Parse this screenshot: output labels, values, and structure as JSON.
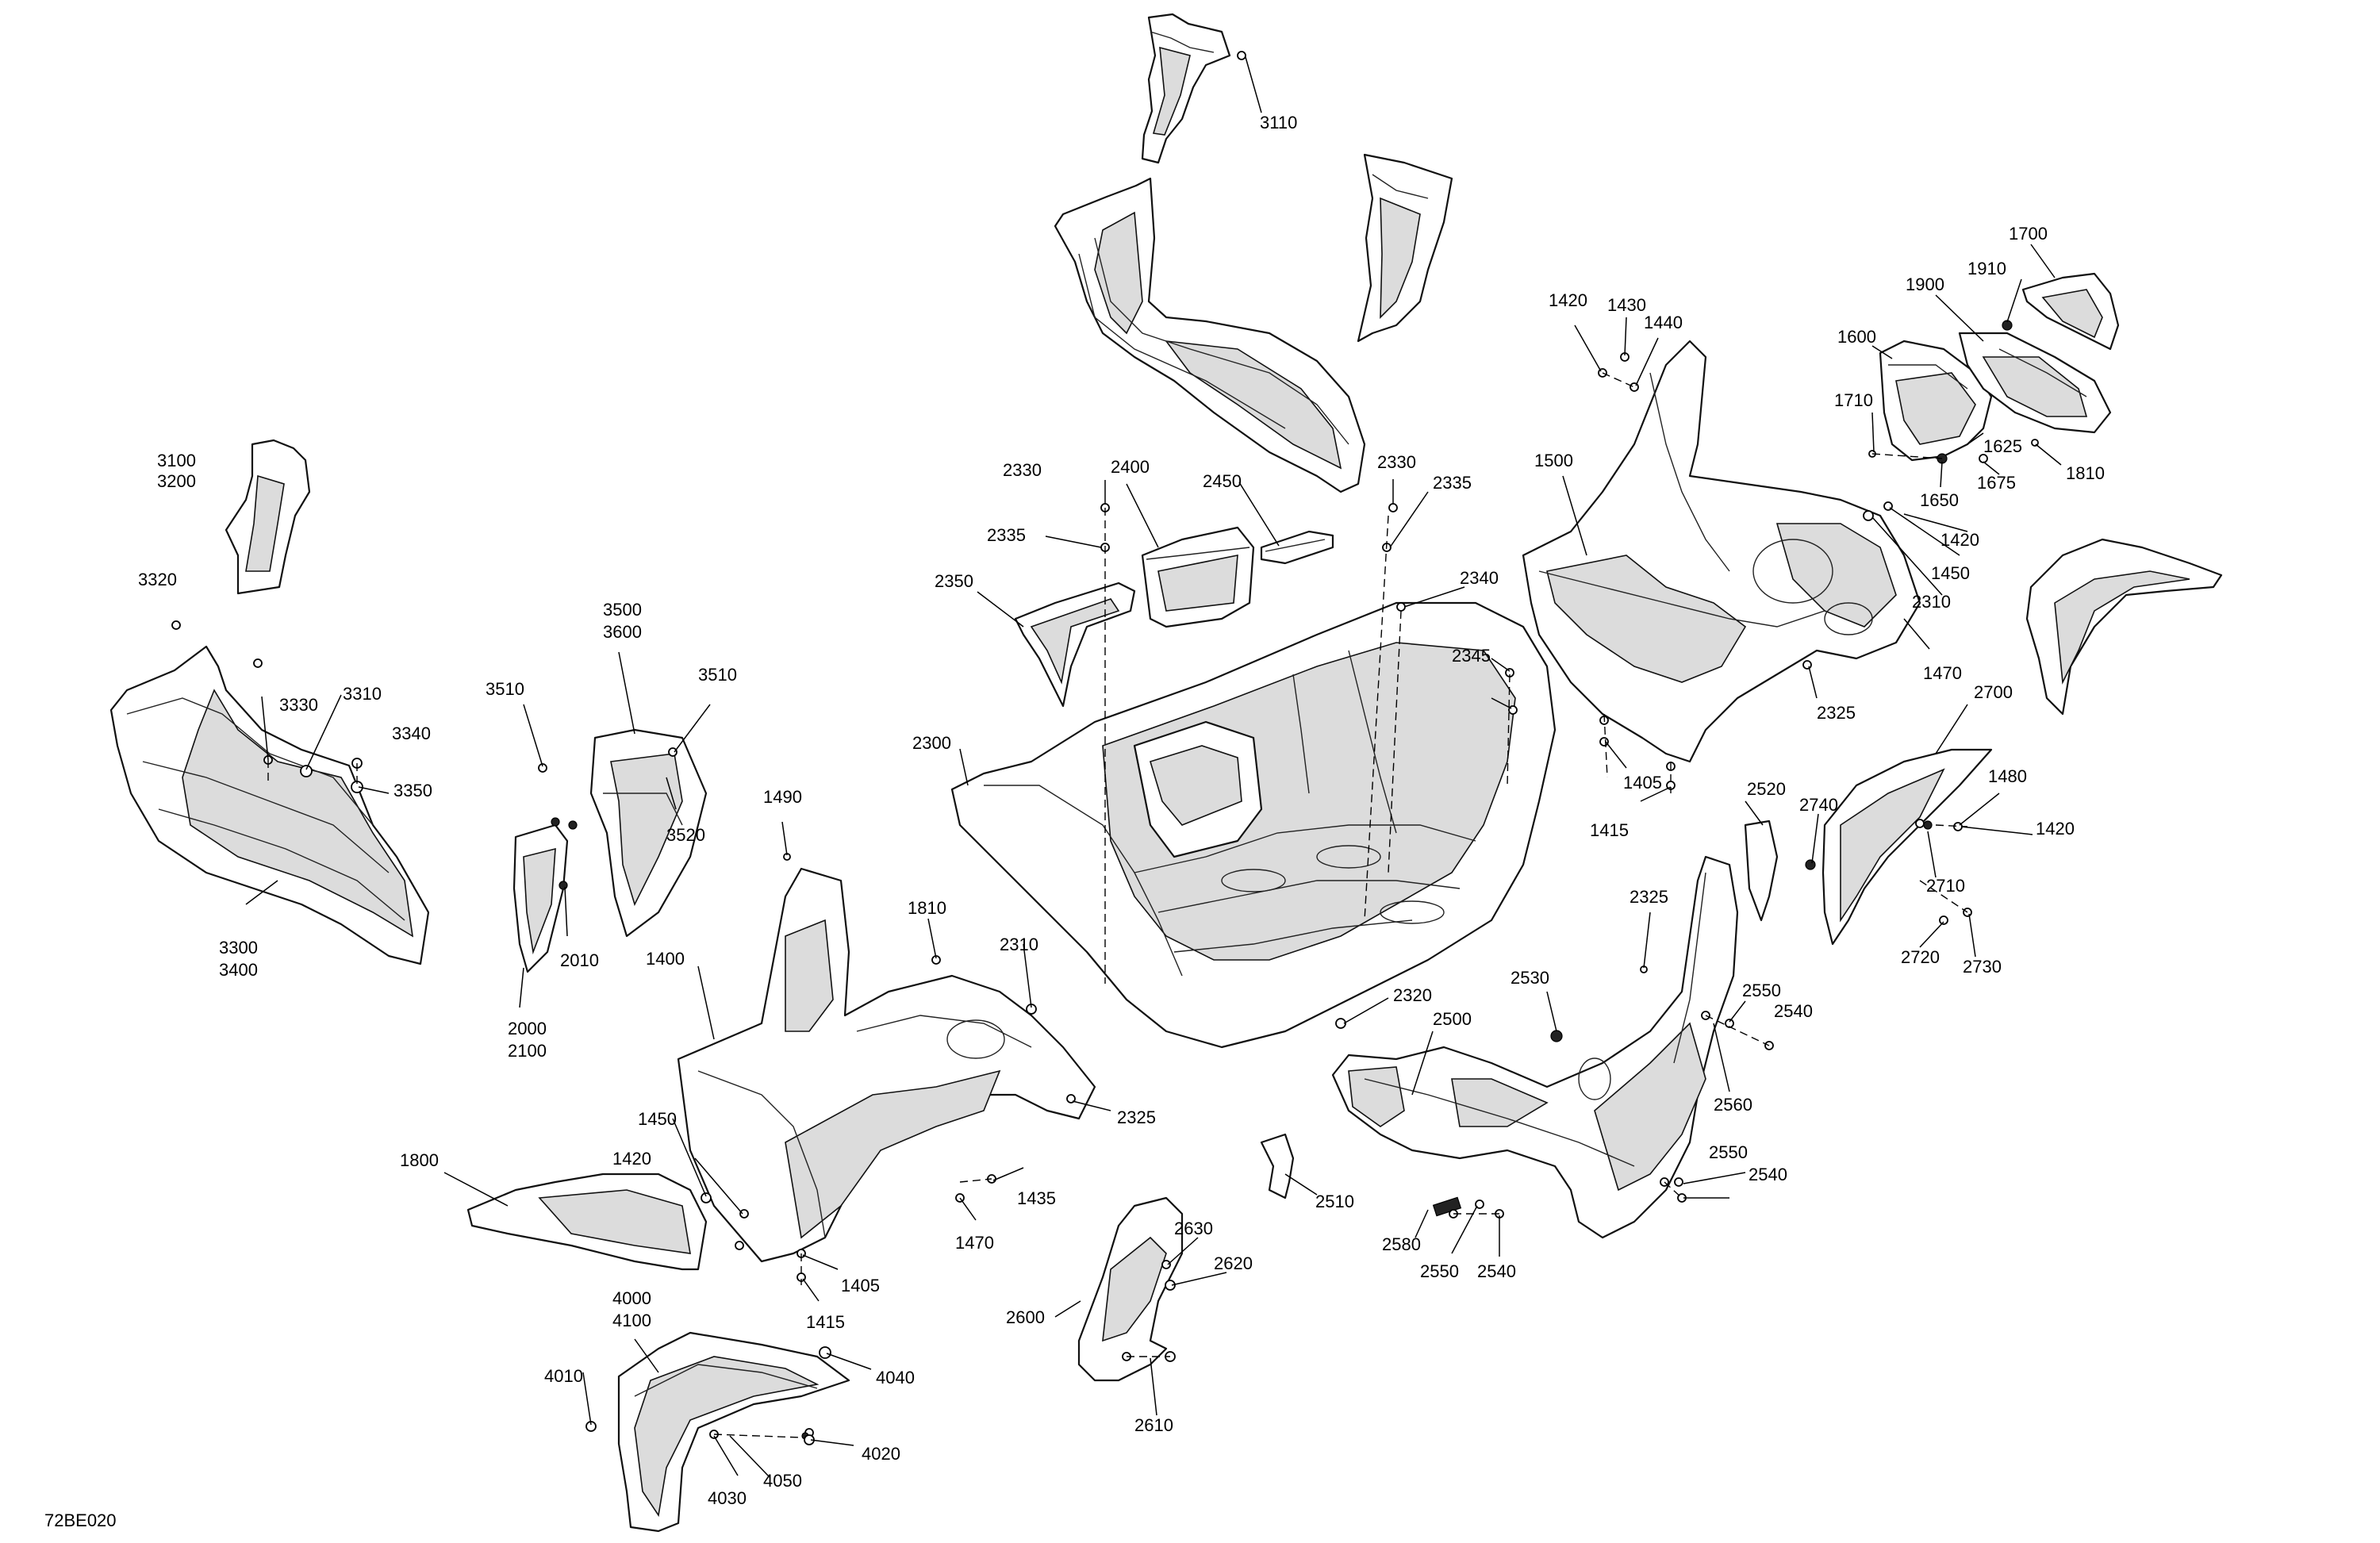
{
  "diagram": {
    "figure_code": "72BE020",
    "callouts": [
      {
        "id": "3110",
        "text": "3110"
      },
      {
        "id": "3100",
        "text": "3100"
      },
      {
        "id": "3200",
        "text": "3200"
      },
      {
        "id": "3320",
        "text": "3320"
      },
      {
        "id": "3330",
        "text": "3330"
      },
      {
        "id": "3310",
        "text": "3310"
      },
      {
        "id": "3340",
        "text": "3340"
      },
      {
        "id": "3350",
        "text": "3350"
      },
      {
        "id": "3300",
        "text": "3300"
      },
      {
        "id": "3400",
        "text": "3400"
      },
      {
        "id": "3500",
        "text": "3500"
      },
      {
        "id": "3600",
        "text": "3600"
      },
      {
        "id": "3510a",
        "text": "3510"
      },
      {
        "id": "3510b",
        "text": "3510"
      },
      {
        "id": "3520",
        "text": "3520"
      },
      {
        "id": "2010",
        "text": "2010"
      },
      {
        "id": "2000",
        "text": "2000"
      },
      {
        "id": "2100",
        "text": "2100"
      },
      {
        "id": "1490",
        "text": "1490"
      },
      {
        "id": "1400",
        "text": "1400"
      },
      {
        "id": "1810",
        "text": "1810"
      },
      {
        "id": "2310a",
        "text": "2310"
      },
      {
        "id": "2325a",
        "text": "2325"
      },
      {
        "id": "1450a",
        "text": "1450"
      },
      {
        "id": "1420a",
        "text": "1420"
      },
      {
        "id": "1800",
        "text": "1800"
      },
      {
        "id": "1405a",
        "text": "1405"
      },
      {
        "id": "1415a",
        "text": "1415"
      },
      {
        "id": "1470a",
        "text": "1470"
      },
      {
        "id": "1435",
        "text": "1435"
      },
      {
        "id": "4000",
        "text": "4000"
      },
      {
        "id": "4100",
        "text": "4100"
      },
      {
        "id": "4010",
        "text": "4010"
      },
      {
        "id": "4040",
        "text": "4040"
      },
      {
        "id": "4020",
        "text": "4020"
      },
      {
        "id": "4030",
        "text": "4030"
      },
      {
        "id": "4050",
        "text": "4050"
      },
      {
        "id": "2330a",
        "text": "2330"
      },
      {
        "id": "2400",
        "text": "2400"
      },
      {
        "id": "2450",
        "text": "2450"
      },
      {
        "id": "2335a",
        "text": "2335"
      },
      {
        "id": "2350",
        "text": "2350"
      },
      {
        "id": "2300",
        "text": "2300"
      },
      {
        "id": "2330b",
        "text": "2330"
      },
      {
        "id": "2335b",
        "text": "2335"
      },
      {
        "id": "2340",
        "text": "2340"
      },
      {
        "id": "2345",
        "text": "2345"
      },
      {
        "id": "2320",
        "text": "2320"
      },
      {
        "id": "2600",
        "text": "2600"
      },
      {
        "id": "2630",
        "text": "2630"
      },
      {
        "id": "2620",
        "text": "2620"
      },
      {
        "id": "2610",
        "text": "2610"
      },
      {
        "id": "2510",
        "text": "2510"
      },
      {
        "id": "2500",
        "text": "2500"
      },
      {
        "id": "2530",
        "text": "2530"
      },
      {
        "id": "2580",
        "text": "2580"
      },
      {
        "id": "2550a",
        "text": "2550"
      },
      {
        "id": "2540a",
        "text": "2540"
      },
      {
        "id": "2550b",
        "text": "2550"
      },
      {
        "id": "2540b",
        "text": "2540"
      },
      {
        "id": "2560",
        "text": "2560"
      },
      {
        "id": "2550c",
        "text": "2550"
      },
      {
        "id": "2540c",
        "text": "2540"
      },
      {
        "id": "2325b",
        "text": "2325"
      },
      {
        "id": "2520",
        "text": "2520"
      },
      {
        "id": "2740",
        "text": "2740"
      },
      {
        "id": "2700",
        "text": "2700"
      },
      {
        "id": "1480",
        "text": "1480"
      },
      {
        "id": "1420b",
        "text": "1420"
      },
      {
        "id": "2710",
        "text": "2710"
      },
      {
        "id": "2720",
        "text": "2720"
      },
      {
        "id": "2730",
        "text": "2730"
      },
      {
        "id": "1420c",
        "text": "1420"
      },
      {
        "id": "1430",
        "text": "1430"
      },
      {
        "id": "1440",
        "text": "1440"
      },
      {
        "id": "1500",
        "text": "1500"
      },
      {
        "id": "1405b",
        "text": "1405"
      },
      {
        "id": "1415b",
        "text": "1415"
      },
      {
        "id": "2325c",
        "text": "2325"
      },
      {
        "id": "1470b",
        "text": "1470"
      },
      {
        "id": "2310b",
        "text": "2310"
      },
      {
        "id": "1450b",
        "text": "1450"
      },
      {
        "id": "1420d",
        "text": "1420"
      },
      {
        "id": "1700",
        "text": "1700"
      },
      {
        "id": "1910",
        "text": "1910"
      },
      {
        "id": "1900",
        "text": "1900"
      },
      {
        "id": "1600",
        "text": "1600"
      },
      {
        "id": "1710",
        "text": "1710"
      },
      {
        "id": "1625",
        "text": "1625"
      },
      {
        "id": "1650",
        "text": "1650"
      },
      {
        "id": "1675",
        "text": "1675"
      },
      {
        "id": "1810b",
        "text": "1810"
      }
    ]
  }
}
